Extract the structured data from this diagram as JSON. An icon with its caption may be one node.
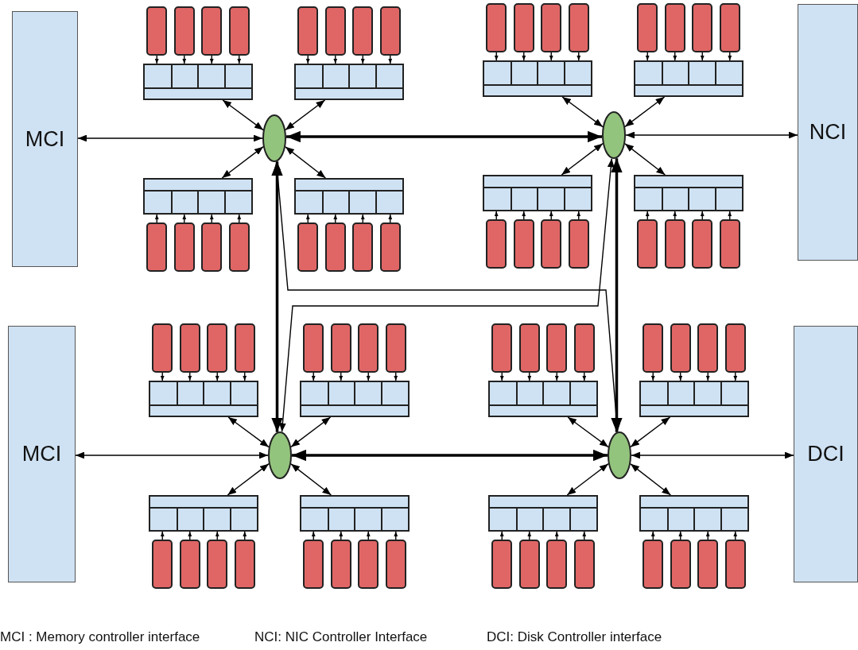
{
  "diagram": {
    "nodes": [
      {
        "text": [
          "MCI"
        ]
      },
      {
        "text": [
          "NCI"
        ]
      },
      {
        "text": [
          "MCI"
        ]
      },
      {
        "text": [
          "DCI"
        ]
      },
      {
        "text": [],
        "shape": "ellipse"
      },
      {
        "text": [],
        "shape": "ellipse"
      },
      {
        "text": [],
        "shape": "ellipse"
      },
      {
        "text": [],
        "shape": "ellipse"
      },
      {
        "text": [],
        "shape": "box"
      },
      {
        "text": [],
        "shape": "box"
      },
      {
        "text": [],
        "shape": "box"
      },
      {
        "text": [],
        "shape": "box"
      },
      {
        "text": [],
        "shape": "box"
      },
      {
        "text": [],
        "shape": "box"
      },
      {
        "text": [],
        "shape": "box"
      },
      {
        "text": [],
        "shape": "box"
      },
      {
        "text": [],
        "shape": "box"
      },
      {
        "text": [],
        "shape": "box"
      },
      {
        "text": [],
        "shape": "box"
      },
      {
        "text": [],
        "shape": "box"
      },
      {
        "text": [],
        "shape": "box"
      },
      {
        "text": [],
        "shape": "box"
      },
      {
        "text": [],
        "shape": "box"
      },
      {
        "text": [],
        "shape": "box"
      },
      {
        "text": [],
        "shape": "box"
      },
      {
        "text": [],
        "shape": "box"
      },
      {
        "text": [],
        "shape": "box"
      },
      {
        "text": [],
        "shape": "box"
      },
      {
        "text": [],
        "shape": "box"
      },
      {
        "text": [],
        "shape": "box"
      },
      {
        "text": [],
        "shape": "box"
      },
      {
        "text": [],
        "shape": "box"
      },
      {
        "text": [],
        "shape": "box"
      },
      {
        "text": [],
        "shape": "box"
      },
      {
        "text": [],
        "shape": "box"
      },
      {
        "text": [],
        "shape": "box"
      },
      {
        "text": [],
        "shape": "box"
      },
      {
        "text": [],
        "shape": "box"
      },
      {
        "text": [],
        "shape": "box"
      },
      {
        "text": [],
        "shape": "box"
      },
      {
        "text": [],
        "shape": "box"
      },
      {
        "text": [],
        "shape": "box"
      },
      {
        "text": [],
        "shape": "box"
      },
      {
        "text": [],
        "shape": "box"
      },
      {
        "text": [],
        "shape": "box"
      },
      {
        "text": [],
        "shape": "box"
      },
      {
        "text": [],
        "shape": "box"
      },
      {
        "text": [],
        "shape": "box"
      },
      {
        "text": [],
        "shape": "box"
      },
      {
        "text": [],
        "shape": "box"
      },
      {
        "text": [],
        "shape": "box"
      },
      {
        "text": [],
        "shape": "box"
      },
      {
        "text": [],
        "shape": "box"
      },
      {
        "text": [],
        "shape": "box"
      },
      {
        "text": [],
        "shape": "box"
      },
      {
        "text": [],
        "shape": "box"
      },
      {
        "text": [],
        "shape": "box"
      },
      {
        "text": [],
        "shape": "box"
      },
      {
        "text": [],
        "shape": "box"
      },
      {
        "text": [],
        "shape": "box"
      },
      {
        "text": [],
        "shape": "box"
      },
      {
        "text": [],
        "shape": "box"
      },
      {
        "text": [],
        "shape": "box"
      },
      {
        "text": [],
        "shape": "box"
      },
      {
        "text": [],
        "shape": "box"
      },
      {
        "text": [],
        "shape": "box"
      },
      {
        "text": [],
        "shape": "box"
      },
      {
        "text": [],
        "shape": "box"
      },
      {
        "text": [],
        "shape": "box"
      },
      {
        "text": [],
        "shape": "box"
      },
      {
        "text": [],
        "shape": "box"
      },
      {
        "text": [],
        "shape": "box"
      },
      {
        "text": [],
        "shape": "box"
      },
      {
        "text": [],
        "shape": "box"
      },
      {
        "text": [],
        "shape": "box"
      },
      {
        "text": [],
        "shape": "box"
      },
      {
        "text": [],
        "shape": "box"
      },
      {
        "text": [],
        "shape": "box"
      },
      {
        "text": [],
        "shape": "box"
      },
      {
        "text": [],
        "shape": "box"
      },
      {
        "text": [],
        "shape": "box"
      },
      {
        "text": [],
        "shape": "box"
      },
      {
        "text": [],
        "shape": "box"
      },
      {
        "text": [],
        "shape": "box"
      },
      {
        "text": [],
        "shape": "box"
      },
      {
        "text": [],
        "shape": "box"
      },
      {
        "text": [],
        "shape": "box"
      },
      {
        "text": [],
        "shape": "box"
      }
    ],
    "edges": [
      {
        "from": 0,
        "to": 4,
        "arrow": "both"
      },
      {
        "from": 5,
        "to": 1,
        "arrow": "both"
      },
      {
        "from": 2,
        "to": 6,
        "arrow": "both"
      },
      {
        "from": 7,
        "to": 3,
        "arrow": "both"
      },
      {
        "from": 4,
        "to": 5,
        "arrow": "both",
        "style": "thick"
      },
      {
        "from": 4,
        "to": 6,
        "arrow": "both",
        "style": "thick"
      },
      {
        "from": 5,
        "to": 7,
        "arrow": "both",
        "style": "thick"
      },
      {
        "from": 6,
        "to": 7,
        "arrow": "both",
        "style": "thick"
      },
      {
        "from": 4,
        "to": 7,
        "arrow": "both"
      },
      {
        "from": 6,
        "to": 5,
        "arrow": "both"
      },
      {
        "from": 8,
        "to": 4,
        "arrow": "both"
      },
      {
        "from": 9,
        "to": 4,
        "arrow": "both"
      },
      {
        "from": 10,
        "to": 4,
        "arrow": "both"
      },
      {
        "from": 11,
        "to": 4,
        "arrow": "both"
      },
      {
        "from": 12,
        "to": 5,
        "arrow": "both"
      },
      {
        "from": 13,
        "to": 5,
        "arrow": "both"
      },
      {
        "from": 14,
        "to": 5,
        "arrow": "both"
      },
      {
        "from": 15,
        "to": 5,
        "arrow": "both"
      },
      {
        "from": 16,
        "to": 6,
        "arrow": "both"
      },
      {
        "from": 17,
        "to": 6,
        "arrow": "both"
      },
      {
        "from": 18,
        "to": 6,
        "arrow": "both"
      },
      {
        "from": 19,
        "to": 6,
        "arrow": "both"
      },
      {
        "from": 20,
        "to": 7,
        "arrow": "both"
      },
      {
        "from": 21,
        "to": 7,
        "arrow": "both"
      },
      {
        "from": 22,
        "to": 7,
        "arrow": "both"
      },
      {
        "from": 23,
        "to": 7,
        "arrow": "both"
      },
      {
        "from": 24,
        "to": 8,
        "arrow": "to"
      },
      {
        "from": 25,
        "to": 8,
        "arrow": "to"
      },
      {
        "from": 26,
        "to": 8,
        "arrow": "to"
      },
      {
        "from": 27,
        "to": 8,
        "arrow": "to"
      },
      {
        "from": 28,
        "to": 9,
        "arrow": "to"
      },
      {
        "from": 29,
        "to": 9,
        "arrow": "to"
      },
      {
        "from": 30,
        "to": 9,
        "arrow": "to"
      },
      {
        "from": 31,
        "to": 9,
        "arrow": "to"
      },
      {
        "from": 32,
        "to": 10,
        "arrow": "to"
      },
      {
        "from": 33,
        "to": 10,
        "arrow": "to"
      },
      {
        "from": 34,
        "to": 10,
        "arrow": "to"
      },
      {
        "from": 35,
        "to": 10,
        "arrow": "to"
      },
      {
        "from": 36,
        "to": 11,
        "arrow": "to"
      },
      {
        "from": 37,
        "to": 11,
        "arrow": "to"
      },
      {
        "from": 38,
        "to": 11,
        "arrow": "to"
      },
      {
        "from": 39,
        "to": 11,
        "arrow": "to"
      },
      {
        "from": 40,
        "to": 12,
        "arrow": "to"
      },
      {
        "from": 41,
        "to": 12,
        "arrow": "to"
      },
      {
        "from": 42,
        "to": 12,
        "arrow": "to"
      },
      {
        "from": 43,
        "to": 12,
        "arrow": "to"
      },
      {
        "from": 44,
        "to": 13,
        "arrow": "to"
      },
      {
        "from": 45,
        "to": 13,
        "arrow": "to"
      },
      {
        "from": 46,
        "to": 13,
        "arrow": "to"
      },
      {
        "from": 47,
        "to": 13,
        "arrow": "to"
      },
      {
        "from": 48,
        "to": 14,
        "arrow": "to"
      },
      {
        "from": 49,
        "to": 14,
        "arrow": "to"
      },
      {
        "from": 50,
        "to": 14,
        "arrow": "to"
      },
      {
        "from": 51,
        "to": 14,
        "arrow": "to"
      },
      {
        "from": 52,
        "to": 15,
        "arrow": "to"
      },
      {
        "from": 53,
        "to": 15,
        "arrow": "to"
      },
      {
        "from": 54,
        "to": 15,
        "arrow": "to"
      },
      {
        "from": 55,
        "to": 15,
        "arrow": "to"
      },
      {
        "from": 56,
        "to": 16,
        "arrow": "to"
      },
      {
        "from": 57,
        "to": 16,
        "arrow": "to"
      },
      {
        "from": 58,
        "to": 16,
        "arrow": "to"
      },
      {
        "from": 59,
        "to": 16,
        "arrow": "to"
      },
      {
        "from": 60,
        "to": 17,
        "arrow": "to"
      },
      {
        "from": 61,
        "to": 17,
        "arrow": "to"
      },
      {
        "from": 62,
        "to": 17,
        "arrow": "to"
      },
      {
        "from": 63,
        "to": 17,
        "arrow": "to"
      },
      {
        "from": 64,
        "to": 18,
        "arrow": "to"
      },
      {
        "from": 65,
        "to": 18,
        "arrow": "to"
      },
      {
        "from": 66,
        "to": 18,
        "arrow": "to"
      },
      {
        "from": 67,
        "to": 18,
        "arrow": "to"
      },
      {
        "from": 68,
        "to": 19,
        "arrow": "to"
      },
      {
        "from": 69,
        "to": 19,
        "arrow": "to"
      },
      {
        "from": 70,
        "to": 19,
        "arrow": "to"
      },
      {
        "from": 71,
        "to": 19,
        "arrow": "to"
      },
      {
        "from": 72,
        "to": 20,
        "arrow": "to"
      },
      {
        "from": 73,
        "to": 20,
        "arrow": "to"
      },
      {
        "from": 74,
        "to": 20,
        "arrow": "to"
      },
      {
        "from": 75,
        "to": 20,
        "arrow": "to"
      },
      {
        "from": 76,
        "to": 21,
        "arrow": "to"
      },
      {
        "from": 77,
        "to": 21,
        "arrow": "to"
      },
      {
        "from": 78,
        "to": 21,
        "arrow": "to"
      },
      {
        "from": 79,
        "to": 21,
        "arrow": "to"
      },
      {
        "from": 80,
        "to": 22,
        "arrow": "to"
      },
      {
        "from": 81,
        "to": 22,
        "arrow": "to"
      },
      {
        "from": 82,
        "to": 22,
        "arrow": "to"
      },
      {
        "from": 83,
        "to": 22,
        "arrow": "to"
      },
      {
        "from": 84,
        "to": 23,
        "arrow": "to"
      },
      {
        "from": 85,
        "to": 23,
        "arrow": "to"
      },
      {
        "from": 86,
        "to": 23,
        "arrow": "to"
      },
      {
        "from": 87,
        "to": 23,
        "arrow": "to"
      }
    ],
    "labels": [
      "MCI : Memory controller interface",
      "NCI: NIC Controller Interface",
      "DCI: Disk Controller interface"
    ]
  }
}
